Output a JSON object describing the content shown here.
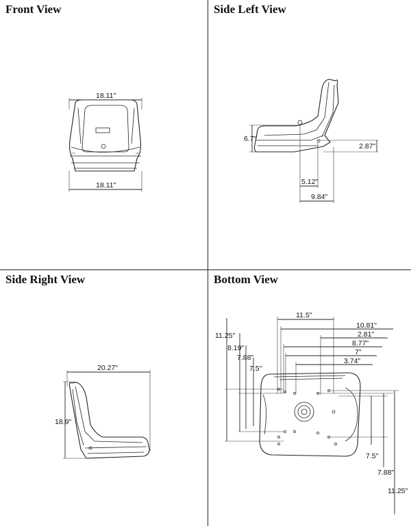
{
  "views": {
    "front": {
      "title": "Front View",
      "dims": {
        "top_width": "18.11\"",
        "bottom_width": "18.11\""
      }
    },
    "side_left": {
      "title": "Side Left View",
      "dims": {
        "height_left": "6.7\"",
        "height_right": "2.87\"",
        "depth_inner": "5.12\"",
        "depth_outer": "9.84\""
      }
    },
    "side_right": {
      "title": "Side Right View",
      "dims": {
        "length": "20.27\"",
        "height": "18.9\""
      }
    },
    "bottom": {
      "title": "Bottom View",
      "dims": {
        "h_11_5": "11.5\"",
        "h_10_81": "10.81\"",
        "h_2_81": "2.81\"",
        "h_8_77": "8.77\"",
        "h_7": "7\"",
        "h_3_74": "3.74\"",
        "v_11_25_left": "11.25\"",
        "v_8_19": "8.19\"",
        "v_7_88_left": "7.88\"",
        "v_7_5_left": "7.5\"",
        "v_7_5_right": "7.5\"",
        "v_7_88_right": "7.88\"",
        "v_11_25_right": "11.25\""
      }
    }
  }
}
